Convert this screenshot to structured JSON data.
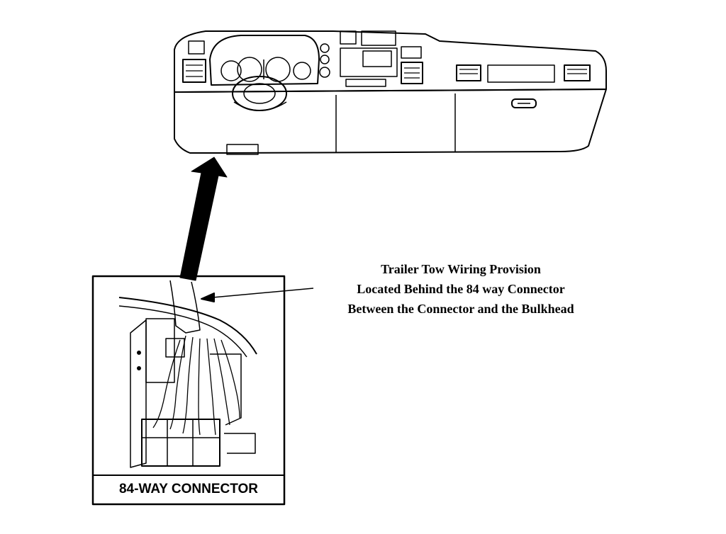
{
  "callout": {
    "line1": "Trailer Tow Wiring Provision",
    "line2": "Located Behind the 84 way Connector",
    "line3": "Between the Connector and the Bulkhead"
  },
  "inset": {
    "caption": "84-WAY CONNECTOR"
  }
}
